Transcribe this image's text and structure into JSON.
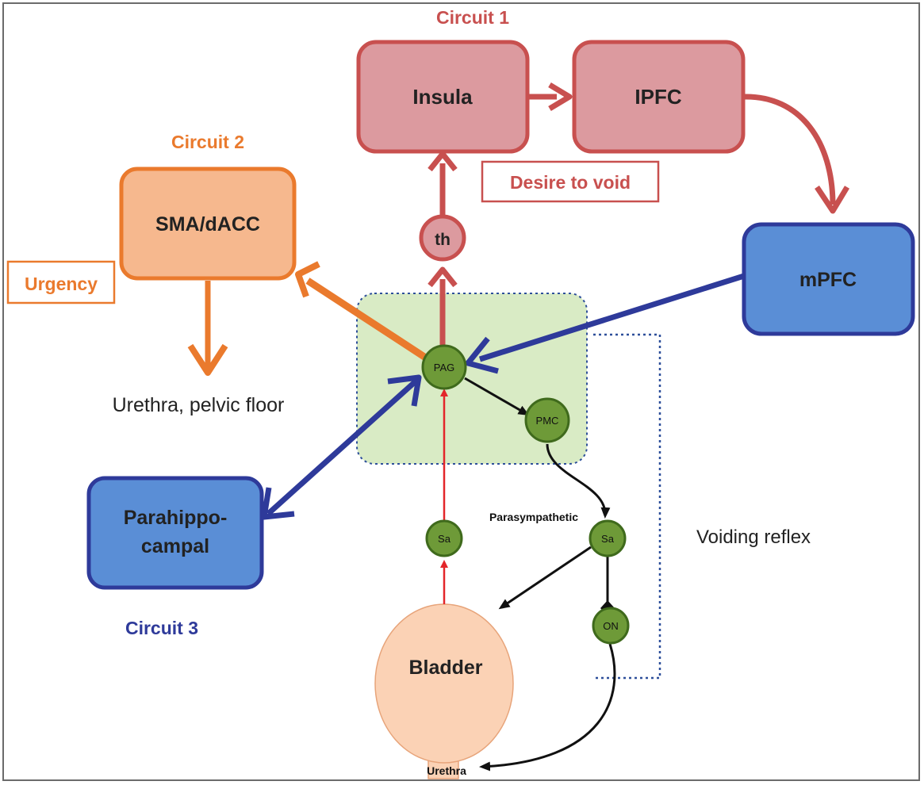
{
  "circuits": {
    "c1": "Circuit 1",
    "c2": "Circuit 2",
    "c3": "Circuit 3"
  },
  "nodes": {
    "insula": "Insula",
    "ipfc": "IPFC",
    "sma": "SMA/dACC",
    "mpfc": "mPFC",
    "parahippo_line1": "Parahippo-",
    "parahippo_line2": "campal",
    "th": "th",
    "pag": "PAG",
    "pmc": "PMC",
    "sa_left": "Sa",
    "sa_right": "Sa",
    "on": "ON",
    "bladder": "Bladder",
    "urethra": "Urethra"
  },
  "labels": {
    "desire": "Desire to void",
    "urgency": "Urgency",
    "urethra_pelvic": "Urethra, pelvic floor",
    "parasympathetic": "Parasympathetic",
    "voiding_reflex": "Voiding reflex"
  },
  "colors": {
    "circuit1": "#c8504f",
    "circuit1_fill": "#dc9a9f",
    "circuit2": "#ea7a2d",
    "circuit2_fill": "#f6b88e",
    "circuit3": "#2e3a9a",
    "circuit3_fill": "#5a8ed6",
    "node_green": "#6e9a38",
    "node_green_stroke": "#3f6a1c",
    "pons_fill": "#d9ebc5",
    "bladder_fill": "#fbd2b5",
    "afferent": "#e3262a"
  }
}
